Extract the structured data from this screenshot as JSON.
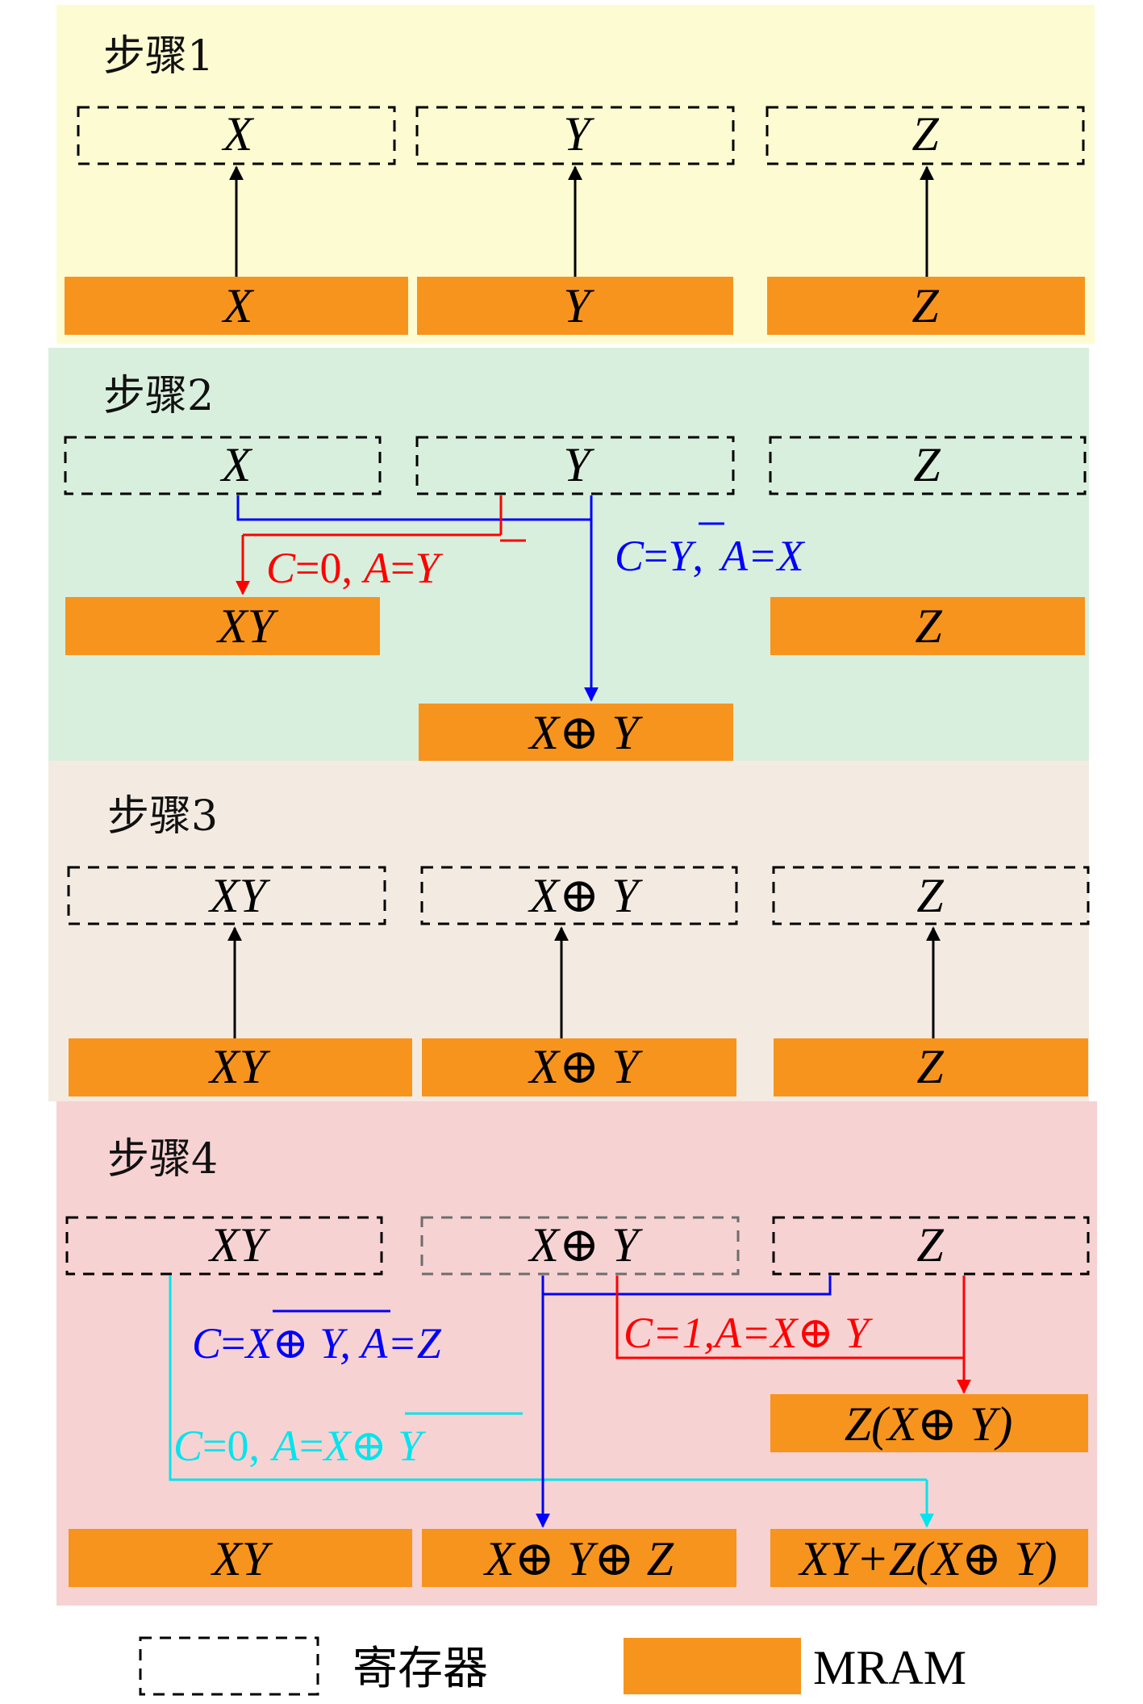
{
  "steps": [
    {
      "label": "步骤1",
      "color": "#fdfbd2"
    },
    {
      "label": "步骤2",
      "color": "#d9efdd"
    },
    {
      "label": "步骤3",
      "color": "#f3ebe2"
    },
    {
      "label": "步骤4",
      "color": "#f7d2d3"
    }
  ],
  "step1": {
    "registers": [
      "X",
      "Y",
      "Z"
    ],
    "mram": [
      "X",
      "Y",
      "Z"
    ]
  },
  "step2": {
    "registers": [
      "X",
      "Y",
      "Z"
    ],
    "mram_top": [
      "XY",
      "Z"
    ],
    "mram_bottom": "X⊕ Y",
    "cond_red": {
      "c": "C",
      "eq1": "=0,",
      "a": "A",
      "eq2": "=",
      "y": "Y"
    },
    "cond_blue": {
      "c": "C",
      "eq1": "=",
      "y": "Y",
      "comma": ",",
      "a": "A",
      "eq2": "=X"
    }
  },
  "step3": {
    "registers": [
      "XY",
      "X⊕ Y",
      "Z"
    ],
    "mram": [
      "XY",
      "X⊕ Y",
      "Z"
    ]
  },
  "step4": {
    "registers": [
      "XY",
      "X⊕ Y",
      "Z"
    ],
    "mram_mid": "Z(X⊕ Y)",
    "mram": [
      "XY",
      "X⊕ Y⊕ Z",
      "XY+Z(X⊕ Y)"
    ],
    "cond_blue": {
      "c": "C",
      "eq1": "=",
      "over": "X⊕ Y",
      "rest": ", A=Z"
    },
    "cond_red": "C=1,A=X⊕ Y",
    "cond_cyan": {
      "c": "C",
      "eq1": "=0,",
      "a": "A",
      "eq2": "=",
      "over": "X⊕ Y"
    }
  },
  "legend": {
    "register": "寄存器",
    "mram": "MRAM"
  },
  "colors": {
    "mram": "#f7941d",
    "red": "#ff0000",
    "blue": "#0000ff",
    "cyan": "#00e5ee",
    "black": "#000000"
  }
}
